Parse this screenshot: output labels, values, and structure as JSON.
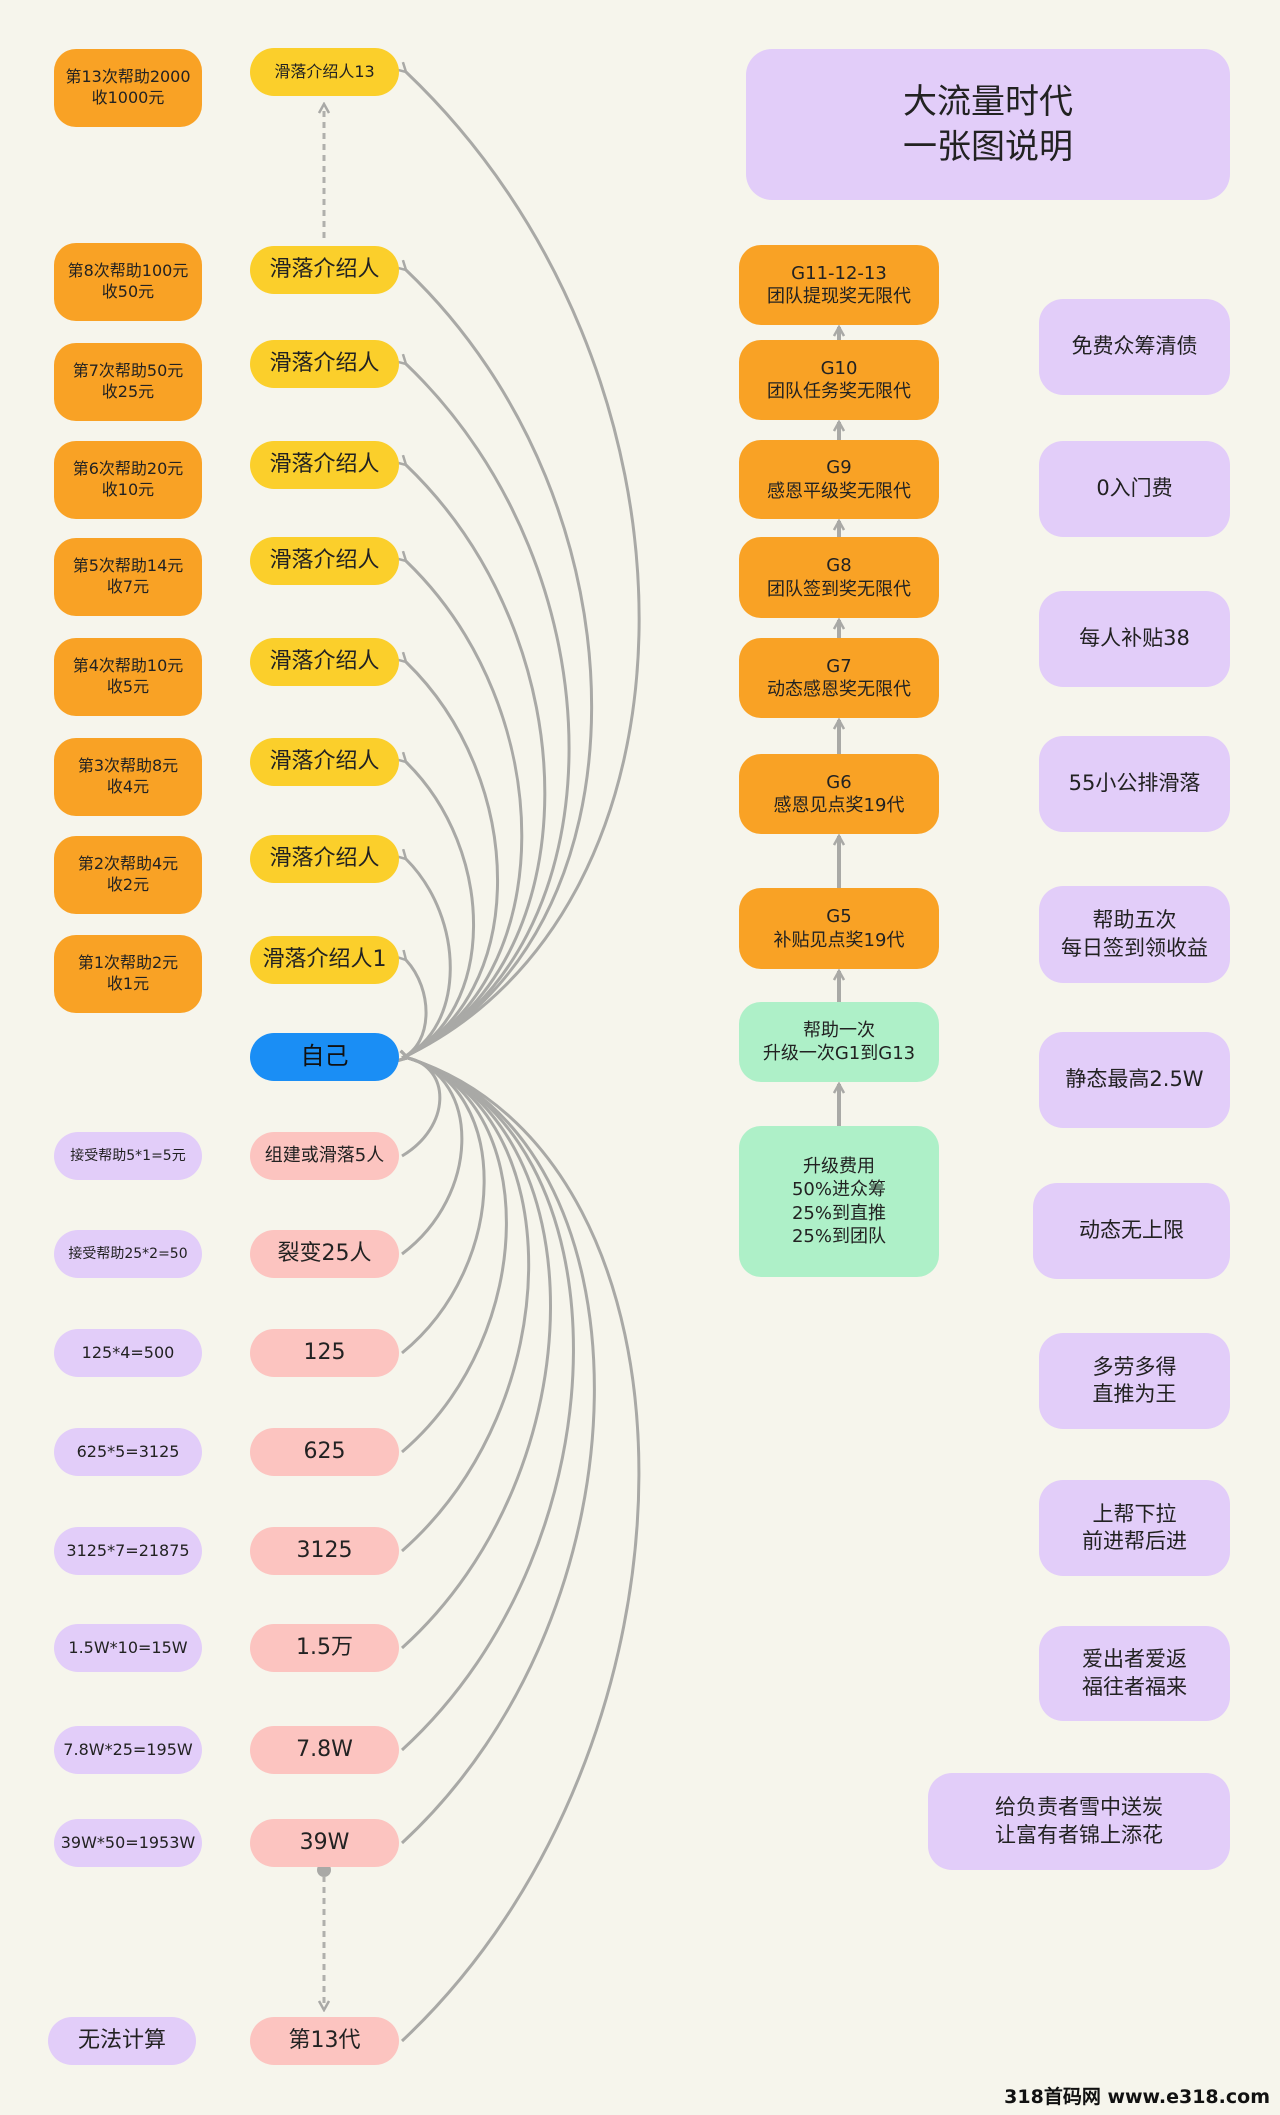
{
  "title": "大流量时代\n一张图说明",
  "help_steps": [
    "第13次帮助2000\n收1000元",
    "第8次帮助100元\n收50元",
    "第7次帮助50元\n收25元",
    "第6次帮助20元\n收10元",
    "第5次帮助14元\n收7元",
    "第4次帮助10元\n收5元",
    "第3次帮助8元\n收4元",
    "第2次帮助4元\n收2元",
    "第1次帮助2元\n收1元"
  ],
  "referrers": [
    "滑落介绍人13",
    "滑落介绍人",
    "滑落介绍人",
    "滑落介绍人",
    "滑落介绍人",
    "滑落介绍人",
    "滑落介绍人",
    "滑落介绍人",
    "滑落介绍人1"
  ],
  "self": "自己",
  "calcs": [
    "接受帮助5*1=5元",
    "接受帮助25*2=50",
    "125*4=500",
    "625*5=3125",
    "3125*7=21875",
    "1.5W*10=15W",
    "7.8W*25=195W",
    "39W*50=1953W",
    "无法计算"
  ],
  "team": [
    "组建或滑落5人",
    "裂变25人",
    "125",
    "625",
    "3125",
    "1.5万",
    "7.8W",
    "39W",
    "第13代"
  ],
  "levels": [
    "G11-12-13\n团队提现奖无限代",
    "G10\n团队任务奖无限代",
    "G9\n感恩平级奖无限代",
    "G8\n团队签到奖无限代",
    "G7\n动态感恩奖无限代",
    "G6\n感恩见点奖19代",
    "G5\n补贴见点奖19代",
    "帮助一次\n升级一次G1到G13",
    "升级费用\n50%进众筹\n25%到直推\n25%到团队"
  ],
  "features": [
    "免费众筹清债",
    "0入门费",
    "每人补贴38",
    "55小公排滑落",
    "帮助五次\n每日签到领收益",
    "静态最高2.5W",
    "动态无上限",
    "多劳多得\n直推为王",
    "上帮下拉\n前进帮后进",
    "爱出者爱返\n福往者福来",
    "给负责者雪中送炭\n让富有者锦上添花"
  ],
  "watermark": "318首码网 www.e318.com",
  "colors": {
    "orange": "#f9a225",
    "yellow": "#fbcf2b",
    "blue": "#1a8ef5",
    "pink": "#fcc4c0",
    "purple": "#e2cdf9",
    "green": "#aef0c8",
    "line": "#a9a9a6"
  }
}
